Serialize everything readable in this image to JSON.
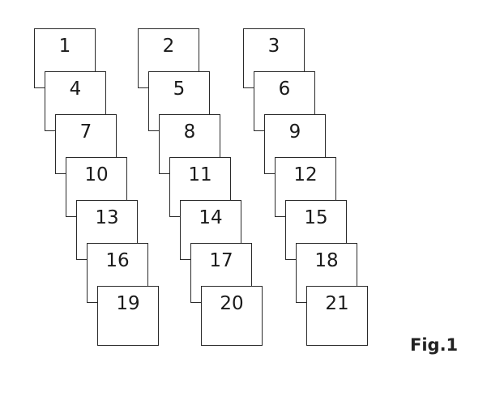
{
  "figure_label": "Fig.1",
  "colors": {
    "border": "#2a2a2a",
    "text": "#1a1a1a",
    "background": "#ffffff"
  },
  "columns": [
    {
      "cards": [
        "1",
        "4",
        "7",
        "10",
        "13",
        "16",
        "19"
      ]
    },
    {
      "cards": [
        "2",
        "5",
        "8",
        "11",
        "14",
        "17",
        "20"
      ]
    },
    {
      "cards": [
        "3",
        "6",
        "9",
        "12",
        "15",
        "18",
        "21"
      ]
    }
  ]
}
